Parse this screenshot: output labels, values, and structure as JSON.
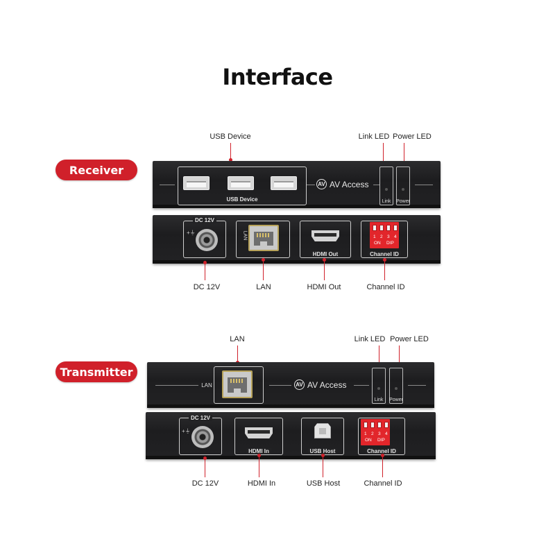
{
  "title": "Interface",
  "colors": {
    "accent": "#d0202a",
    "device": "#1f1f21"
  },
  "receiver": {
    "label": "Receiver",
    "callouts_top": {
      "usb_device": "USB Device",
      "link_led": "Link LED",
      "power_led": "Power LED"
    },
    "front": {
      "usb_device": "USB Device",
      "brand": "AV Access",
      "brand_mark": "AV",
      "link": "Link",
      "power": "Power"
    },
    "rear": {
      "dc": "DC 12V",
      "lan": "LAN",
      "hdmi": "HDMI Out",
      "channel": "Channel ID",
      "dip_numbers": [
        "1",
        "2",
        "3",
        "4"
      ],
      "dip_on": "ON",
      "dip_dip": "DIP"
    },
    "callouts_bottom": {
      "dc": "DC 12V",
      "lan": "LAN",
      "hdmi": "HDMI Out",
      "channel": "Channel ID"
    }
  },
  "transmitter": {
    "label": "Transmitter",
    "callouts_top": {
      "lan": "LAN",
      "link_led": "Link LED",
      "power_led": "Power LED"
    },
    "front": {
      "lan": "LAN",
      "brand": "AV Access",
      "brand_mark": "AV",
      "link": "Link",
      "power": "Power"
    },
    "rear": {
      "dc": "DC 12V",
      "hdmi": "HDMI In",
      "usb_host": "USB Host",
      "channel": "Channel ID",
      "dip_numbers": [
        "1",
        "2",
        "3",
        "4"
      ],
      "dip_on": "ON",
      "dip_dip": "DIP"
    },
    "callouts_bottom": {
      "dc": "DC 12V",
      "hdmi": "HDMI In",
      "usb_host": "USB Host",
      "channel": "Channel ID"
    }
  }
}
